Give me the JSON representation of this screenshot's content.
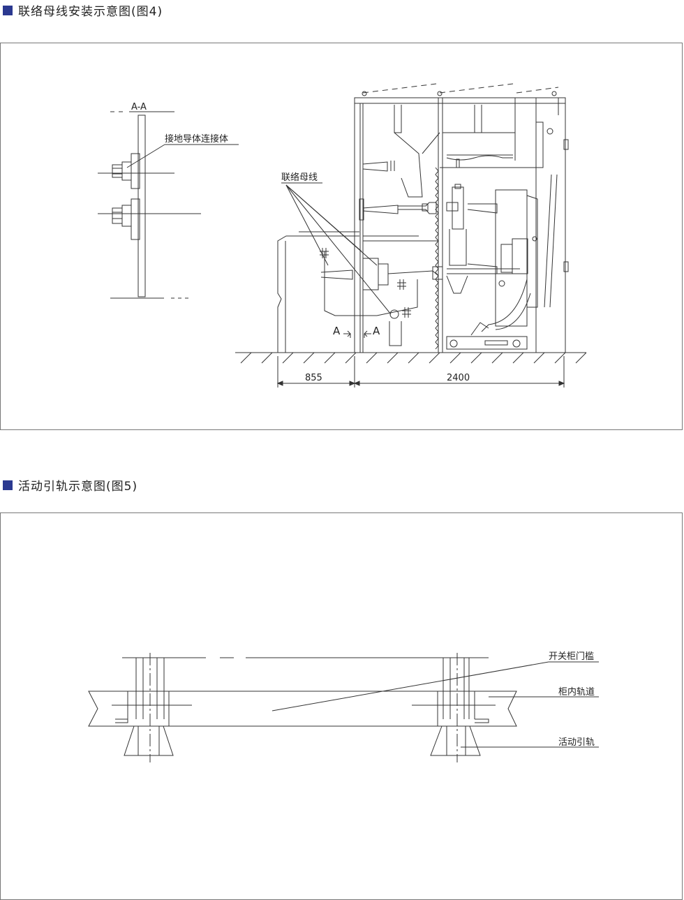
{
  "fig4": {
    "title": "联络母线安装示意图(图4)",
    "section_label": "A-A",
    "ground_conductor_label": "接地导体连接体",
    "tie_bus_label": "联络母线",
    "section_mark_left": "A",
    "section_mark_right": "A",
    "dim_left": "855",
    "dim_right": "2400"
  },
  "fig5": {
    "title": "活动引轨示意图(图5)",
    "label_sill": "开关柜门槛",
    "label_inner_rail": "柜内轨道",
    "label_movable_rail": "活动引轨"
  }
}
